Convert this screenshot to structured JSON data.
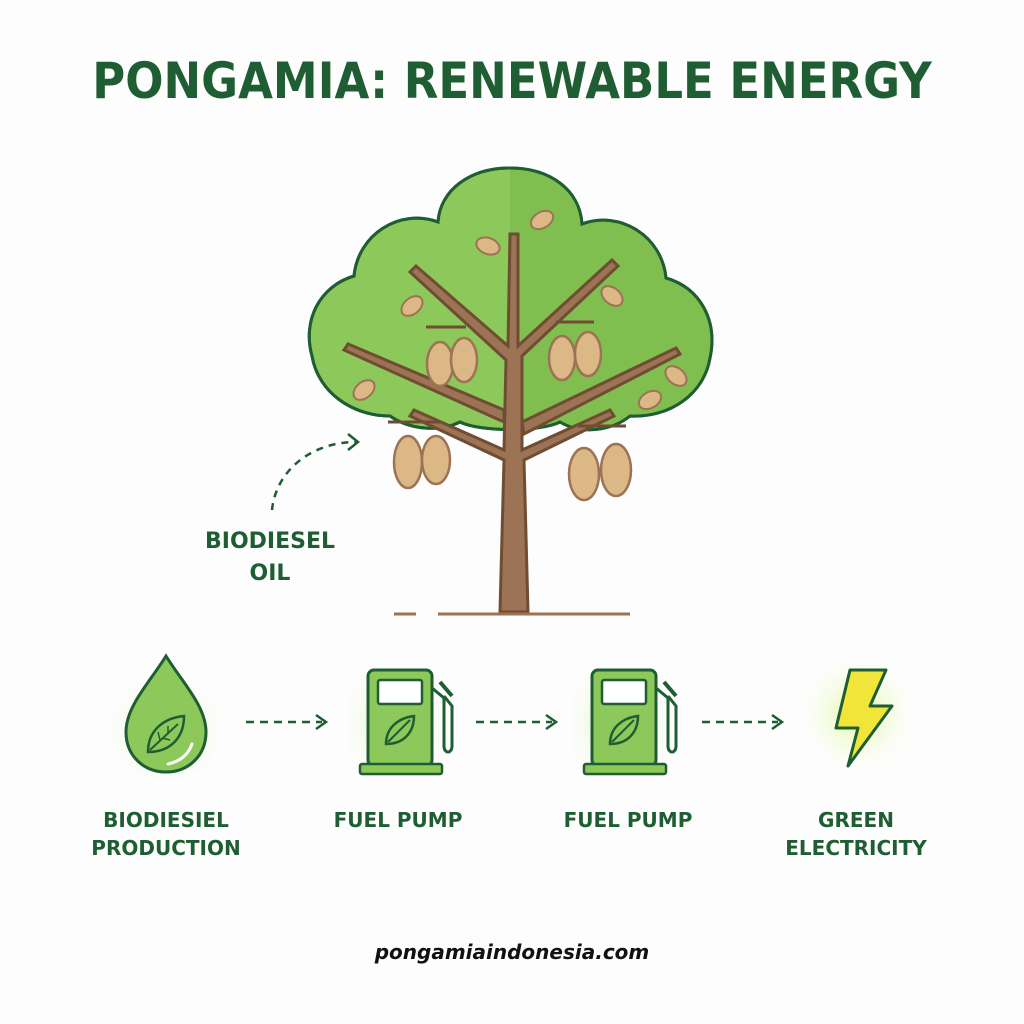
{
  "title": "PONGAMIA: RENEWABLE ENERGY",
  "tree": {
    "annotation_line1": "BIODIESEL",
    "annotation_line2": "OIL"
  },
  "steps": [
    {
      "line1": "BIODIESIEL",
      "line2": "PRODUCTION",
      "icon": "biodiesel-drop-icon"
    },
    {
      "line1": "FUEL PUMP",
      "line2": "",
      "icon": "fuel-pump-icon"
    },
    {
      "line1": "FUEL PUMP",
      "line2": "",
      "icon": "fuel-pump-icon"
    },
    {
      "line1": "GREEN",
      "line2": "ELECTRICITY",
      "icon": "lightning-bolt-icon"
    }
  ],
  "footer": "pongamiaindonesia.com",
  "colors": {
    "title_green": "#1e5e32",
    "canopy_light": "#8dc85a",
    "canopy_dark": "#7ab84a",
    "trunk": "#9c7354",
    "pod": "#dcb887",
    "bolt": "#f2e53a"
  }
}
